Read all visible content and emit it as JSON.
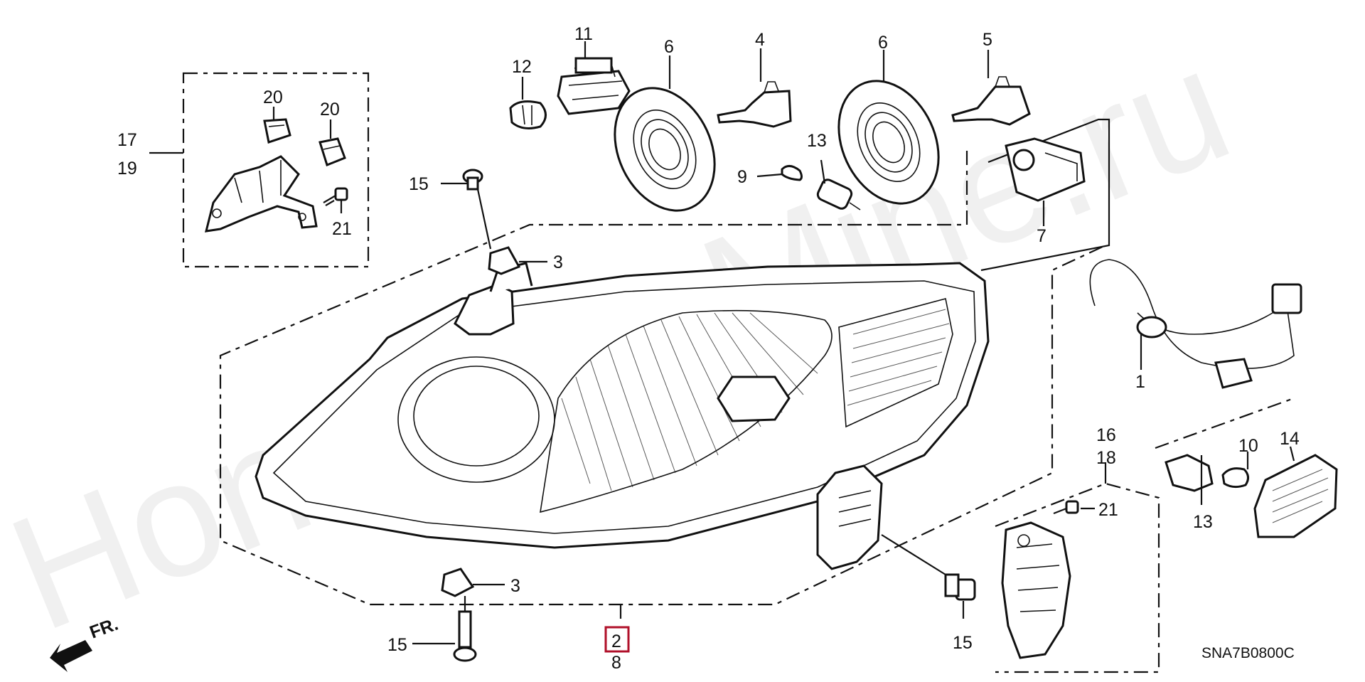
{
  "watermark": "HondaPartsNow? HondaCarMine.ru",
  "diagram_code": "SNA7B0800C",
  "direction_marker": "FR.",
  "highlighted_part": "2",
  "callouts": [
    {
      "id": "c1",
      "text": "1"
    },
    {
      "id": "c2",
      "text": "2"
    },
    {
      "id": "c3a",
      "text": "3"
    },
    {
      "id": "c3b",
      "text": "3"
    },
    {
      "id": "c4",
      "text": "4"
    },
    {
      "id": "c5",
      "text": "5"
    },
    {
      "id": "c6a",
      "text": "6"
    },
    {
      "id": "c6b",
      "text": "6"
    },
    {
      "id": "c7",
      "text": "7"
    },
    {
      "id": "c8",
      "text": "8"
    },
    {
      "id": "c9",
      "text": "9"
    },
    {
      "id": "c10",
      "text": "10"
    },
    {
      "id": "c11",
      "text": "11"
    },
    {
      "id": "c12",
      "text": "12"
    },
    {
      "id": "c13a",
      "text": "13"
    },
    {
      "id": "c13b",
      "text": "13"
    },
    {
      "id": "c14",
      "text": "14"
    },
    {
      "id": "c15a",
      "text": "15"
    },
    {
      "id": "c15b",
      "text": "15"
    },
    {
      "id": "c15c",
      "text": "15"
    },
    {
      "id": "c16",
      "text": "16"
    },
    {
      "id": "c17",
      "text": "17"
    },
    {
      "id": "c18",
      "text": "18"
    },
    {
      "id": "c19",
      "text": "19"
    },
    {
      "id": "c20a",
      "text": "20"
    },
    {
      "id": "c20b",
      "text": "20"
    },
    {
      "id": "c21a",
      "text": "21"
    },
    {
      "id": "c21b",
      "text": "21"
    }
  ]
}
